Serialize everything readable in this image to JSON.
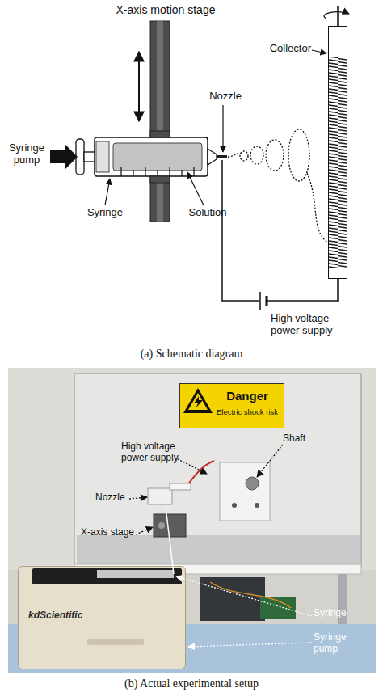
{
  "diagram": {
    "nodes": [
      {
        "text": [
          "Nozzle"
        ]
      },
      {
        "text": [
          "Collector"
        ]
      },
      {
        "text": [
          "High voltage power supply"
        ]
      },
      {
        "text": [
          "Danger",
          "Electric shock risk"
        ]
      },
      {
        "text": [
          "kdScientific"
        ]
      }
    ],
    "edges": [
      {
        "from": 0,
        "to": 2,
        "arrow": "none"
      },
      {
        "from": 2,
        "to": 1,
        "arrow": "none"
      }
    ],
    "labels": [
      "X-axis motion stage",
      "Syringe pump",
      "Syringe",
      "Solution",
      "(a) Schematic diagram",
      "High voltage power supply",
      "Nozzle",
      "X-axis stage",
      "Shaft",
      "Syringe",
      "Syringe pump",
      "(b) Actual experimental setup"
    ]
  }
}
